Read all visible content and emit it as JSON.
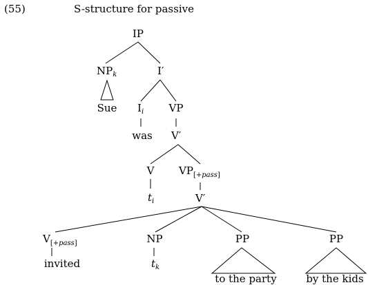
{
  "example": {
    "number": "(55)",
    "title": "S-structure for passive"
  },
  "tree": {
    "ip": "IP",
    "np_k": {
      "base": "NP",
      "sub": "k"
    },
    "i_bar": {
      "base": "I",
      "prime": "′"
    },
    "sue": "Sue",
    "i_i": {
      "base": "I",
      "sub": "i"
    },
    "vp": "VP",
    "was": "was",
    "v_bar_top": {
      "base": "V",
      "prime": "′"
    },
    "v": "V",
    "vp_pass": {
      "base": "VP",
      "sub": "[+",
      "sub_ital": "pass",
      "sub_end": "]"
    },
    "trace_i": {
      "base": "t",
      "sub": "i"
    },
    "v_bar_low": {
      "base": "V",
      "prime": "′"
    },
    "v_pass": {
      "base": "V",
      "sub": "[+",
      "sub_ital": "pass",
      "sub_end": "]"
    },
    "np2": "NP",
    "pp1": "PP",
    "pp2": "PP",
    "invited": "invited",
    "trace_k": {
      "base": "t",
      "sub": "k"
    },
    "to_the_party": "to the party",
    "by_the_kids": "by the kids"
  }
}
